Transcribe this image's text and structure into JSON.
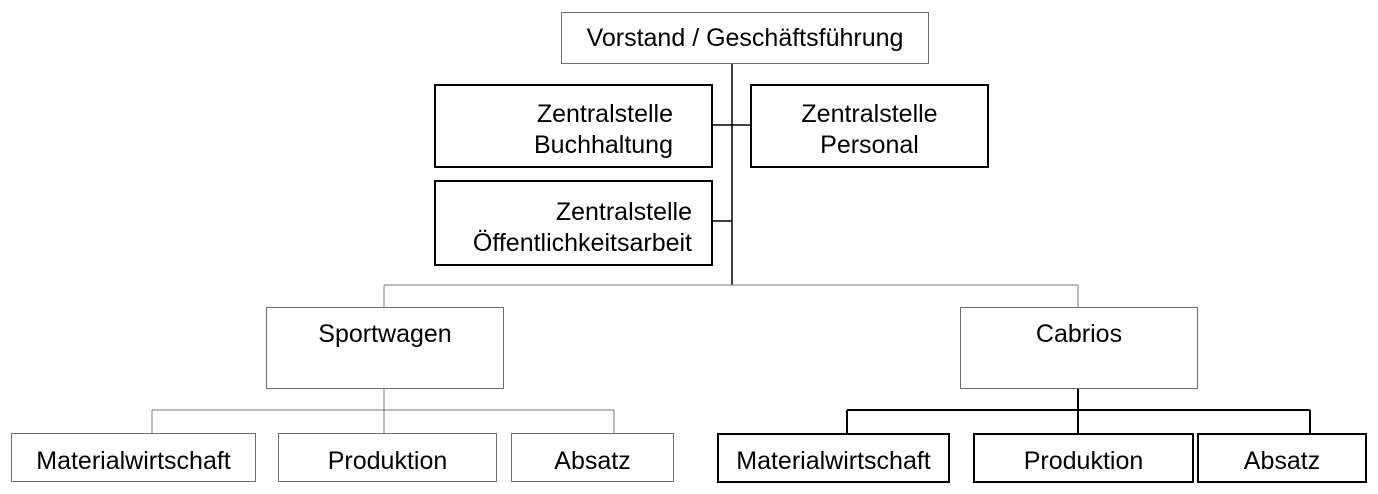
{
  "top": {
    "label": "Vorstand / Geschäftsführung"
  },
  "staff": {
    "buchhaltung": {
      "line1": "Zentralstelle",
      "line2": "Buchhaltung"
    },
    "personal": {
      "line1": "Zentralstelle",
      "line2": "Personal"
    },
    "oeffentlichkeit": {
      "line1": "Zentralstelle",
      "line2": "Öffentlichkeitsarbeit"
    }
  },
  "divisions": {
    "sportwagen": {
      "label": "Sportwagen",
      "units": [
        "Materialwirtschaft",
        "Produktion",
        "Absatz"
      ]
    },
    "cabrios": {
      "label": "Cabrios",
      "units": [
        "Materialwirtschaft",
        "Produktion",
        "Absatz"
      ]
    }
  }
}
